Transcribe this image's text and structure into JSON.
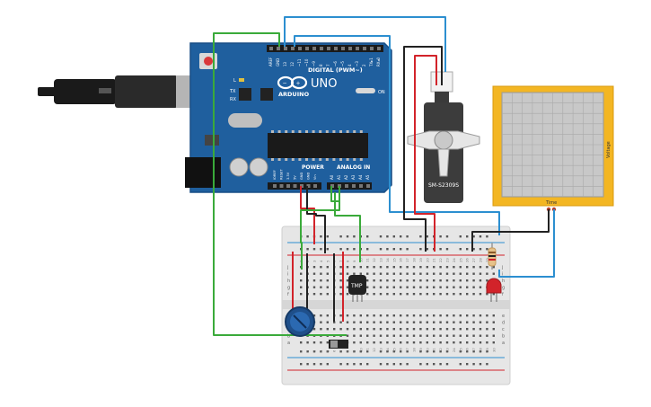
{
  "arduino": {
    "brand": "ARDUINO",
    "model": "UNO",
    "digital_header": "DIGITAL (PWM~)",
    "power_header": "POWER",
    "analog_header": "ANALOG IN",
    "on_label": "ON",
    "led_l": "L",
    "led_tx": "TX",
    "led_rx": "RX",
    "digital_pins": [
      "AREF",
      "GND",
      "13",
      "12",
      "~11",
      "~10",
      "~9",
      "8",
      "7",
      "~6",
      "~5",
      "4",
      "~3",
      "2",
      "TX▸1",
      "RX◂0"
    ],
    "power_pins": [
      "IOREF",
      "RESET",
      "3.3V",
      "5V",
      "GND",
      "GND",
      "Vin"
    ],
    "analog_pins": [
      "A0",
      "A1",
      "A2",
      "A3",
      "A4",
      "A5"
    ]
  },
  "servo": {
    "label": "SM-S2309S"
  },
  "sensor": {
    "label": "TMP"
  },
  "oscilloscope": {
    "axis_label": "Voltage",
    "time_label": "Time"
  },
  "breadboard": {
    "rows_left": [
      "a",
      "b",
      "c",
      "d",
      "e",
      "f",
      "g",
      "h",
      "i",
      "j"
    ],
    "rows_right": [
      "j",
      "i",
      "h",
      "g",
      "f",
      "e",
      "d",
      "c",
      "b",
      "a"
    ],
    "columns": [
      "1",
      "2",
      "3",
      "4",
      "5",
      "6",
      "7",
      "8",
      "9",
      "10",
      "11",
      "12",
      "13",
      "14",
      "15",
      "16",
      "17",
      "18",
      "19",
      "20",
      "21",
      "22",
      "23",
      "24",
      "25",
      "26",
      "27",
      "28",
      "29",
      "30"
    ]
  },
  "colors": {
    "board": "#1f5f9e",
    "wire_green": "#3aaa3a",
    "wire_blue": "#2c8fd0",
    "wire_red": "#d2232a",
    "wire_black": "#222222",
    "scope_frame": "#f3b623",
    "breadboard": "#e6e6e6"
  }
}
